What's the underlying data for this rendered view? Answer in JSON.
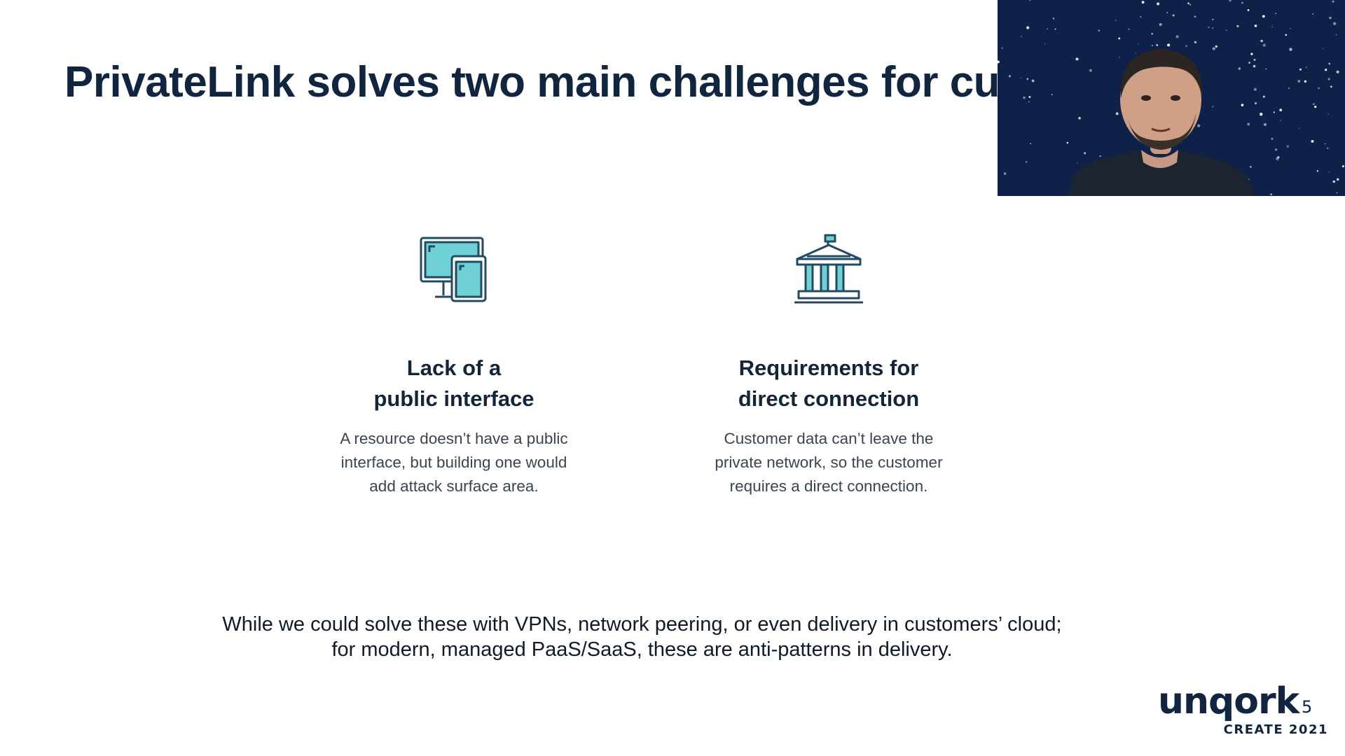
{
  "slide": {
    "title": "PrivateLink solves two main challenges for cu",
    "page_number": "5"
  },
  "cards": [
    {
      "icon": "devices-icon",
      "heading_line1": "Lack of a",
      "heading_line2": "public interface",
      "desc_line1": "A resource doesn’t have a public",
      "desc_line2": "interface, but building one would",
      "desc_line3": "add attack surface area."
    },
    {
      "icon": "bank-building-icon",
      "heading_line1": "Requirements for",
      "heading_line2": "direct connection",
      "desc_line1": "Customer data can’t leave the",
      "desc_line2": "private network, so the customer",
      "desc_line3": "requires a direct connection."
    }
  ],
  "footer": {
    "line1": "While we could solve these with VPNs, network peering, or even delivery in customers’ cloud;",
    "line2": "for modern, managed PaaS/SaaS, these are anti-patterns in delivery."
  },
  "brand": {
    "logo": "unqork",
    "sub": "CREATE 2021"
  },
  "colors": {
    "title": "#0f2540",
    "icon_stroke": "#234a63",
    "icon_fill": "#6fd0d6",
    "video_background": "#0e2148"
  }
}
